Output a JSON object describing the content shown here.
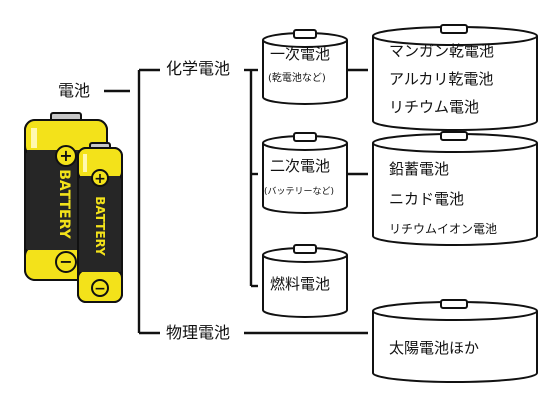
{
  "root": {
    "label": "電池"
  },
  "branches": [
    {
      "label": "化学電池"
    },
    {
      "label": "物理電池"
    }
  ],
  "categories": [
    {
      "label": "一次電池",
      "sub": "(乾電池など)"
    },
    {
      "label": "二次電池",
      "sub": "(バッテリーなど)"
    },
    {
      "label": "燃料電池",
      "sub": ""
    }
  ],
  "examples": {
    "primary": [
      "マンガン乾電池",
      "アルカリ乾電池",
      "リチウム電池"
    ],
    "secondary": [
      "鉛蓄電池",
      "ニカド電池",
      "リチウムイオン電池"
    ],
    "physical": [
      "太陽電池ほか"
    ]
  },
  "illustration": {
    "battery_text": "BATTERY",
    "plus_sign": "+",
    "minus_sign": "−"
  },
  "colors": {
    "battery_yellow": "#f3e21a",
    "battery_black": "#262626",
    "battery_silver": "#c8c8c8",
    "line": "#111111"
  }
}
